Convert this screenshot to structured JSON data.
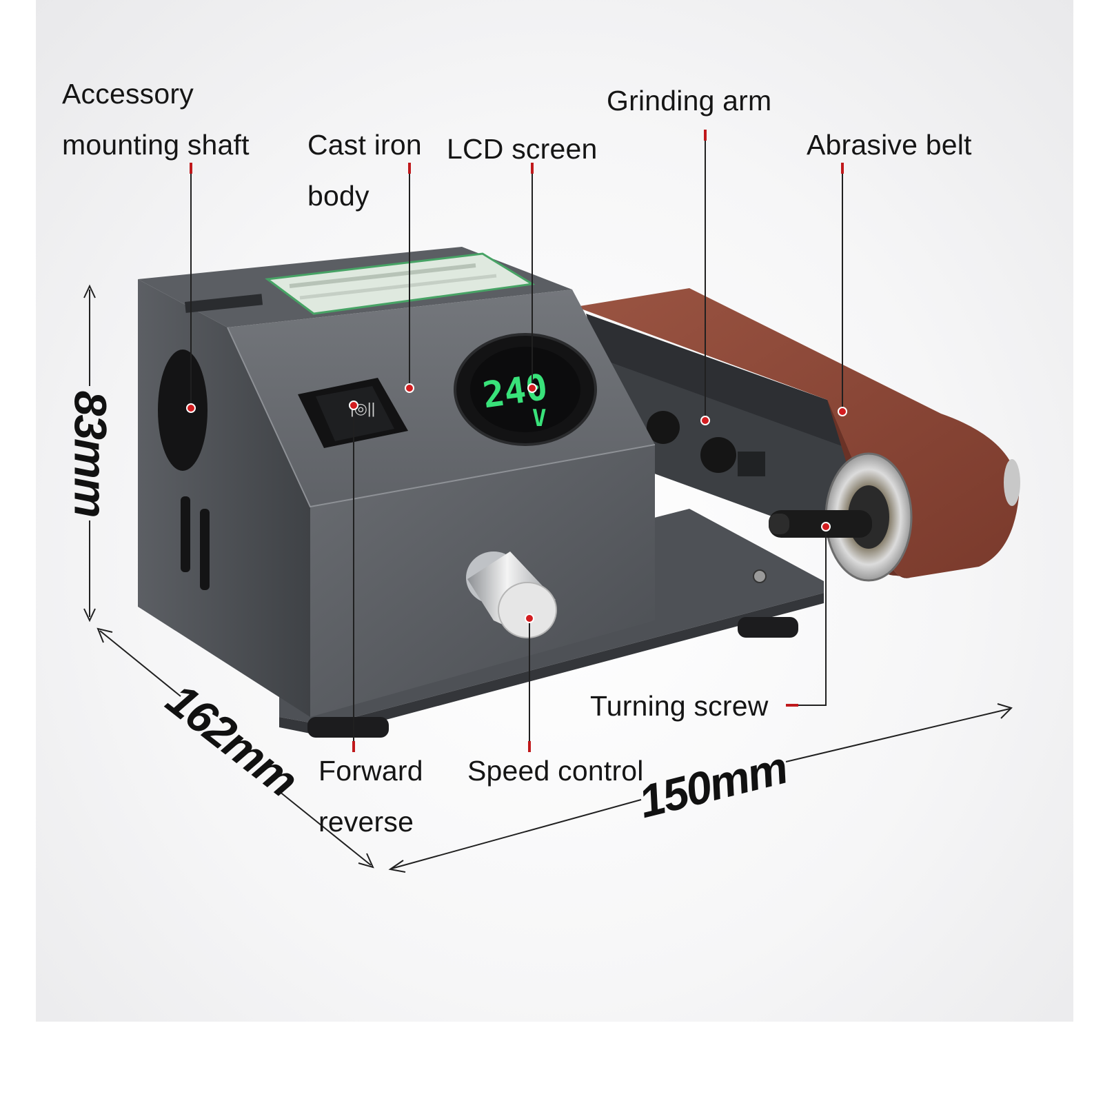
{
  "labels": {
    "accessory_line1": "Accessory",
    "accessory_line2": "mounting shaft",
    "cast_iron_line1": "Cast iron",
    "cast_iron_line2": "body",
    "lcd_screen": "LCD screen",
    "grinding_arm": "Grinding arm",
    "abrasive_belt": "Abrasive belt",
    "turning_screw": "Turning screw",
    "forward_line1": "Forward",
    "forward_line2": "reverse",
    "speed_control": "Speed control"
  },
  "dimensions": {
    "height": "83mm",
    "depth": "162mm",
    "width": "150mm"
  },
  "display": {
    "reading": "240",
    "unit": "V"
  },
  "colors": {
    "body": "#55585d",
    "belt": "#8a4535",
    "lcd_digits": "#39e27a",
    "callout_marker": "#d31d20"
  }
}
